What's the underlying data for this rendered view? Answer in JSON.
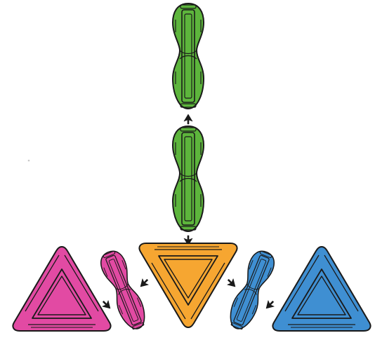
{
  "scene": {
    "description_free": true,
    "colors": {
      "green": "#5db53c",
      "orange": "#f6a631",
      "magenta": "#e24aa3",
      "blue": "#3f8fd2",
      "outline": "#1a1a1a"
    },
    "pieces": [
      {
        "id": "green-link-top",
        "shape": "double-lobe-link",
        "color": "green"
      },
      {
        "id": "green-link-middle",
        "shape": "double-lobe-link",
        "color": "green"
      },
      {
        "id": "orange-triangle",
        "shape": "triangle-down",
        "color": "orange"
      },
      {
        "id": "magenta-triangle",
        "shape": "triangle-up",
        "color": "magenta"
      },
      {
        "id": "magenta-link",
        "shape": "double-lobe-link",
        "color": "magenta"
      },
      {
        "id": "blue-link",
        "shape": "double-lobe-link",
        "color": "blue"
      },
      {
        "id": "blue-triangle",
        "shape": "triangle-up",
        "color": "blue"
      }
    ],
    "arrows": [
      {
        "id": "arrow-up-between-green",
        "direction": "up"
      },
      {
        "id": "arrow-down-to-orange",
        "direction": "down"
      },
      {
        "id": "arrow-orange-to-magenta-link",
        "direction": "down-left"
      },
      {
        "id": "arrow-magenta-link-to-triangle",
        "direction": "down-right"
      },
      {
        "id": "arrow-orange-to-blue-link",
        "direction": "down-right"
      },
      {
        "id": "arrow-blue-triangle-to-link",
        "direction": "down-left"
      }
    ]
  }
}
